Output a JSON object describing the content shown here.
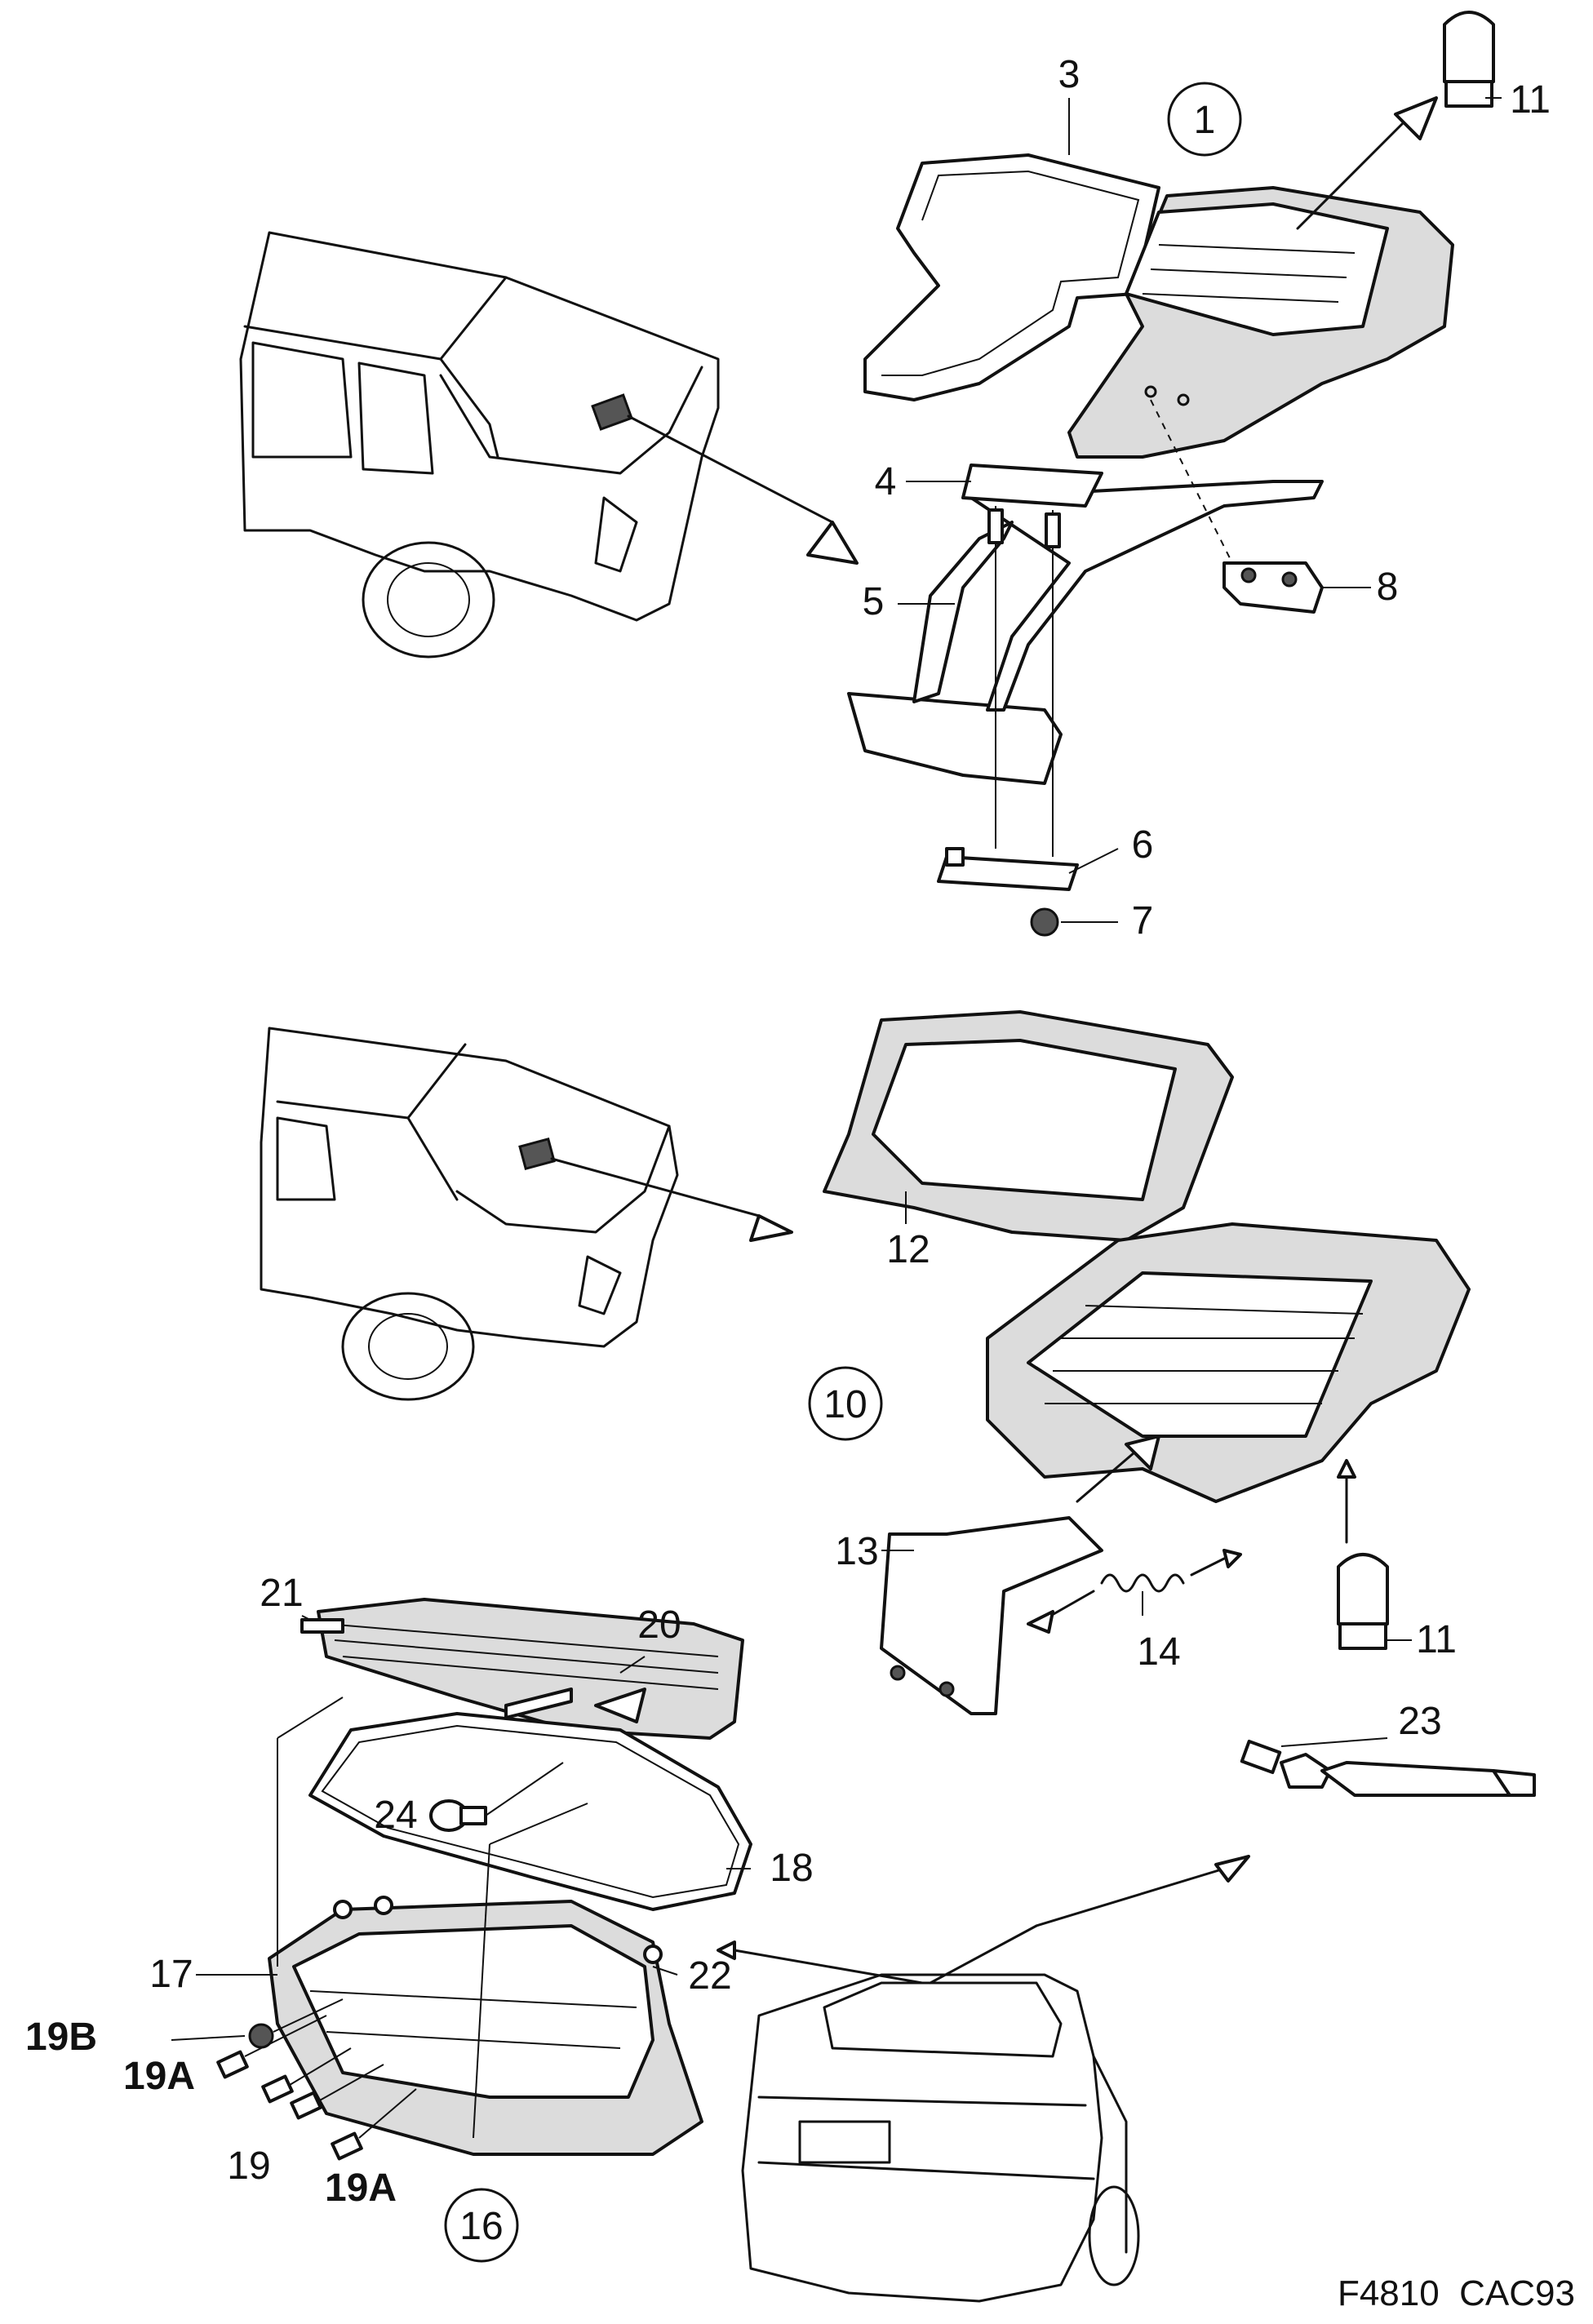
{
  "labels": {
    "l1": "1",
    "l3": "3",
    "l4": "4",
    "l5": "5",
    "l6": "6",
    "l7": "7",
    "l8": "8",
    "l11a": "11",
    "l10": "10",
    "l12": "12",
    "l13": "13",
    "l14": "14",
    "l11b": "11",
    "l16": "16",
    "l17": "17",
    "l18": "18",
    "l19": "19",
    "l19a1": "19A",
    "l19a2": "19A",
    "l19b": "19B",
    "l20": "20",
    "l21": "21",
    "l22": "22",
    "l23": "23",
    "l24": "24"
  },
  "figure_ref": "F4810  CAC93"
}
